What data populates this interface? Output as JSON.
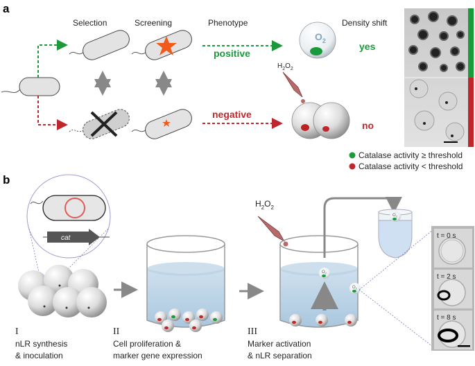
{
  "panel_a": {
    "label": "a",
    "headers": {
      "selection": "Selection",
      "screening": "Screening",
      "phenotype": "Phenotype",
      "density_shift": "Density shift"
    },
    "positive": "positive",
    "negative": "negative",
    "yes": "yes",
    "no": "no",
    "o2_label": "O",
    "o2_sub": "2",
    "h2o2_label": "H",
    "h2o2_sub1": "2",
    "h2o2_mid": "O",
    "h2o2_sub2": "2",
    "legend": [
      {
        "text": "Catalase activity ≥ threshold",
        "color": "#1a9a3a"
      },
      {
        "text": "Catalase activity < threshold",
        "color": "#c0272d"
      }
    ]
  },
  "panel_b": {
    "label": "b",
    "gene_label": "cat",
    "steps": [
      {
        "roman": "I",
        "line1": "nLR synthesis",
        "line2": "& inoculation"
      },
      {
        "roman": "II",
        "line1": "Cell proliferation &",
        "line2": "marker gene expression"
      },
      {
        "roman": "III",
        "line1": "Marker activation",
        "line2": "& nLR separation"
      }
    ],
    "h2o2": {
      "h": "H",
      "s1": "2",
      "o": "O",
      "s2": "2"
    },
    "times": [
      "t = 0 s",
      "t = 2 s",
      "t = 8 s"
    ]
  }
}
